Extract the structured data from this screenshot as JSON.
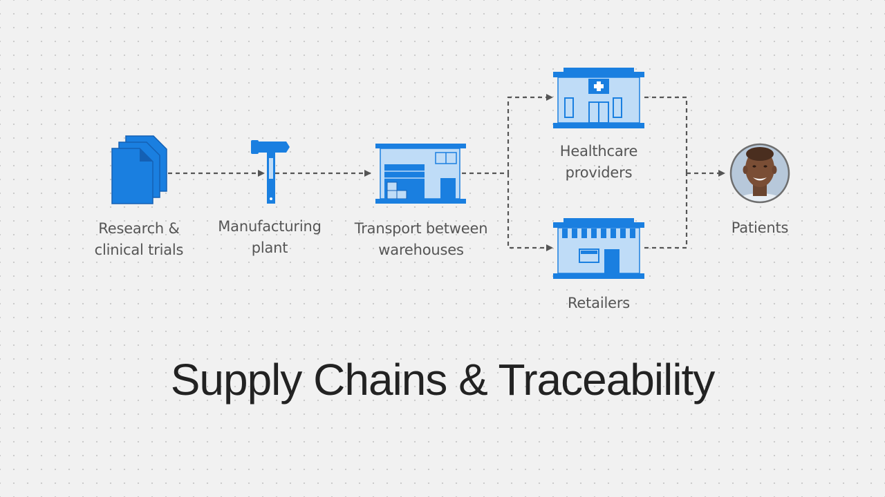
{
  "title": "Supply Chains & Traceability",
  "nodes": {
    "research": {
      "line1": "Research &",
      "line2": "clinical trials",
      "icon": "documents-icon"
    },
    "manufacturing": {
      "line1": "Manufacturing",
      "line2": "plant",
      "icon": "hammer-icon"
    },
    "transport": {
      "line1": "Transport between",
      "line2": "warehouses",
      "icon": "warehouse-icon"
    },
    "healthcare": {
      "line1": "Healthcare",
      "line2": "providers",
      "icon": "hospital-icon"
    },
    "retailers": {
      "line1": "Retailers",
      "icon": "store-icon"
    },
    "patients": {
      "line1": "Patients",
      "icon": "patient-avatar"
    }
  },
  "colors": {
    "primary": "#1a7fe0",
    "light": "#bfdcf7",
    "dark": "#1460b4",
    "connector": "#555555",
    "text": "#555555",
    "title": "#222222"
  }
}
